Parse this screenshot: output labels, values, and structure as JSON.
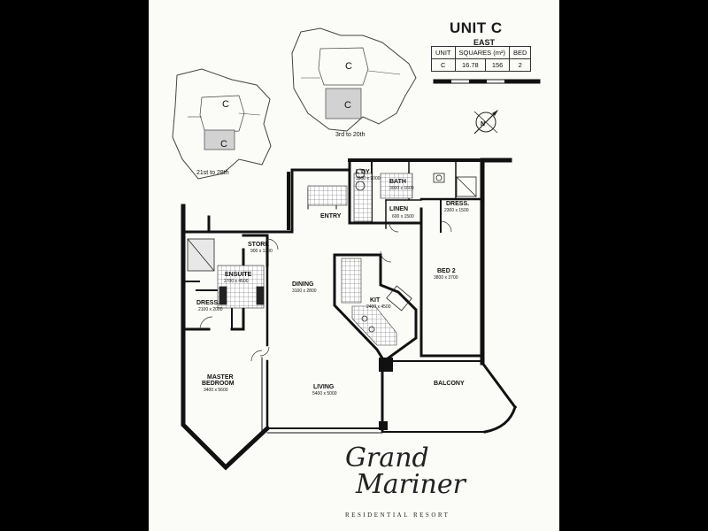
{
  "title": "UNIT C",
  "subtitle": "EAST",
  "info_table": {
    "headers": [
      "UNIT",
      "SQUARES (m²)",
      "BED"
    ],
    "row": [
      "C",
      "16.78",
      "156",
      "2"
    ]
  },
  "keyplans": [
    {
      "unit_label_top": "C",
      "unit_label_bottom": "C",
      "floors": "21st to 28th"
    },
    {
      "unit_label_top": "C",
      "unit_label_bottom": "C",
      "floors": "3rd to 20th"
    }
  ],
  "compass_label": "N",
  "rooms": {
    "ldy": {
      "name": "L'DY",
      "dims": "1800 x 2000"
    },
    "bath": {
      "name": "BATH",
      "dims": "3000 x 1600"
    },
    "linen": {
      "name": "LINEN",
      "dims": "600 x 1500"
    },
    "dress2": {
      "name": "DRESS.",
      "dims": "2300 x 1500"
    },
    "entry": {
      "name": "ENTRY"
    },
    "store": {
      "name": "STORE",
      "dims": "900 x 1300"
    },
    "ensuite": {
      "name": "ENSUITE",
      "dims": "3700 x 4500"
    },
    "dining": {
      "name": "DINING",
      "dims": "3100 x 2800"
    },
    "bed2": {
      "name": "BED 2",
      "dims": "3800 x 3700"
    },
    "dress1": {
      "name": "DRESS.",
      "dims": "2100 x 2000"
    },
    "kit": {
      "name": "KIT",
      "dims": "2400 x 4500"
    },
    "master": {
      "name": "MASTER",
      "name2": "BEDROOM",
      "dims": "3400 x 5600"
    },
    "living": {
      "name": "LIVING",
      "dims": "5400 x 5000"
    },
    "balcony": {
      "name": "BALCONY"
    }
  },
  "logo": {
    "line1": "Grand",
    "line2": "Mariner",
    "tagline": "RESIDENTIAL RESORT"
  }
}
